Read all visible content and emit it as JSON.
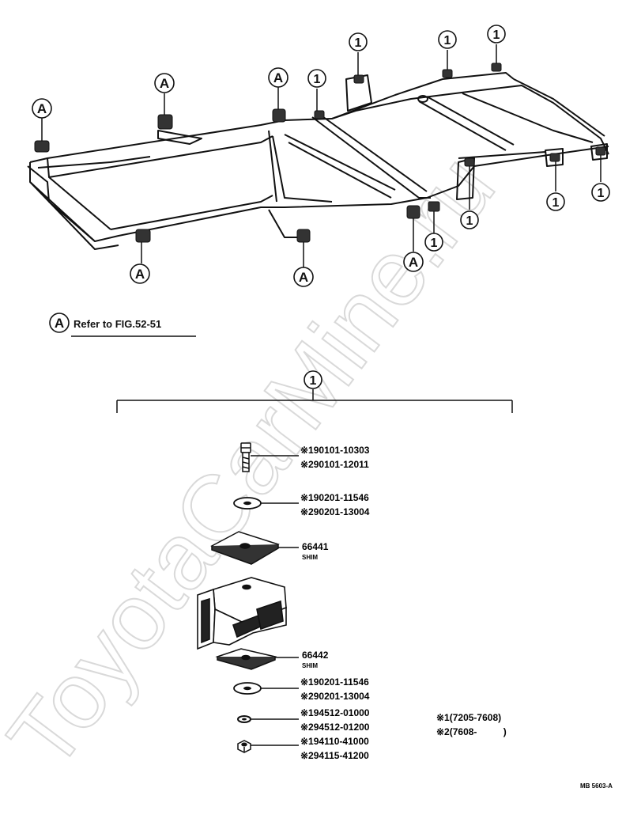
{
  "watermark": "ToyotaCarMine.ru",
  "frame_callouts": {
    "part_1_label": "1",
    "refer_a_label": "A"
  },
  "legend": {
    "symbol": "A",
    "text": "Refer to FIG.52-51"
  },
  "breakdown": {
    "group_label": "1",
    "parts": [
      {
        "lines": [
          "※190101-10303",
          "※290101-12011"
        ],
        "name": "bolt"
      },
      {
        "lines": [
          "※190201-11546",
          "※290201-13004"
        ],
        "name": "washer-upper"
      },
      {
        "lines": [
          "66441"
        ],
        "sub": "SHIM",
        "name": "shim-upper"
      },
      {
        "lines": [
          "66442"
        ],
        "sub": "SHIM",
        "name": "shim-lower"
      },
      {
        "lines": [
          "※190201-11546",
          "※290201-13004"
        ],
        "name": "washer-lower"
      },
      {
        "lines": [
          "※194512-01000",
          "※294512-01200"
        ],
        "name": "lock-washer"
      },
      {
        "lines": [
          "※194110-41000",
          "※294115-41200"
        ],
        "name": "nut"
      }
    ]
  },
  "date_ranges": {
    "line1": "※1(7205-7608)",
    "line2": "※2(7608-          )"
  },
  "figure_code": "MB 5603-A"
}
